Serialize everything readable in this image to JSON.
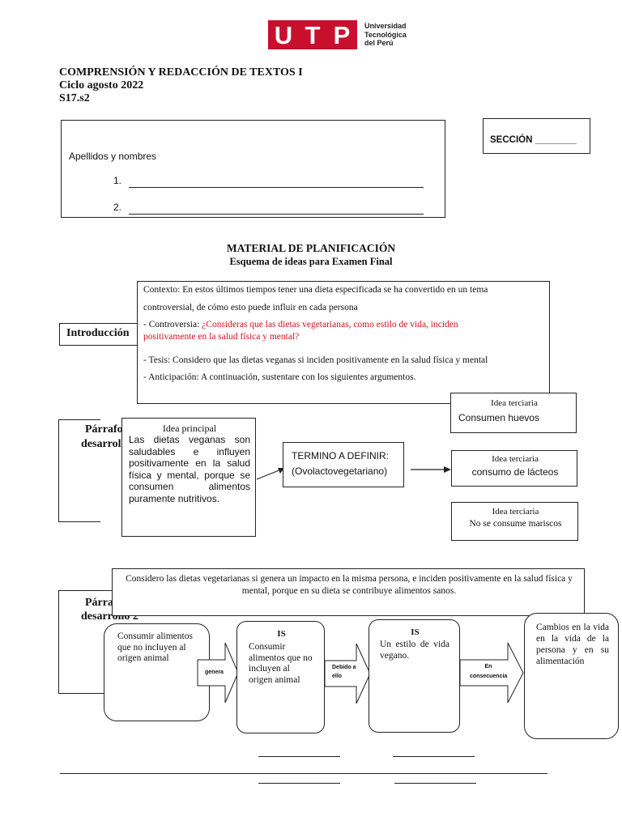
{
  "logo": {
    "letters": [
      "U",
      "T",
      "P"
    ],
    "name_lines": [
      "Universidad",
      "Tecnológica",
      "del Perú"
    ],
    "brand_color": "#c8102e"
  },
  "header": {
    "course": "COMPRENSIÓN Y REDACCIÓN DE TEXTOS I",
    "cycle": "Ciclo agosto 2022",
    "session": "S17.s2"
  },
  "student_box": {
    "label": "Apellidos y nombres",
    "item1": "1.",
    "item2": "2."
  },
  "section_box": {
    "label": "SECCIÓN ________"
  },
  "title": {
    "main": "MATERIAL DE PLANIFICACIÓN",
    "sub": "Esquema de ideas para Examen Final"
  },
  "introduction": {
    "label": "Introducción",
    "context_1": "Contexto: En estos últimos tiempos tener una dieta especificada se ha convertido en un tema",
    "context_2": "controversial, de cómo esto puede influir en cada persona",
    "controversy_prefix": "- Controversia: ",
    "controversy_q1": "¿Consideras que las dietas vegetarianas, como estilo de vida, inciden",
    "controversy_q2": "positivamente en la salud física y mental?",
    "thesis": "- Tesis: Considero que las dietas veganas si inciden positivamente en la salud física y mental",
    "anticipation": "- Anticipación: A continuación, sustentare con los siguientes argumentos."
  },
  "paragraph1": {
    "label_1": "Párrafo",
    "label_2": "desarrollo",
    "main_idea_title": "Idea principal",
    "main_idea_text": "Las dietas veganas son saludables e influyen positivamente en la salud física y mental, porque se consumen alimentos puramente nutritivos.",
    "term_title": "TERMINO A DEFINIR:",
    "term_value": "(Ovolactovegetariano)",
    "tertiary": [
      {
        "title": "Idea terciaria",
        "text": "Consumen huevos"
      },
      {
        "title": "Idea terciaria",
        "text": "consumo de lácteos"
      },
      {
        "title": "Idea terciaria",
        "text": "No se consume mariscos"
      }
    ]
  },
  "paragraph2": {
    "label_1": "Párrafo",
    "label_2": "desarrollo 2",
    "statement": "Considero las dietas vegetarianas si genera un impacto en la misma persona, e inciden positivamente en la salud física y mental, porque en su dieta se contribuye alimentos sanos.",
    "flow": {
      "box1": "Consumir alimentos que no incluyen al origen animal",
      "arrow1": "genera",
      "box2_is": "IS",
      "box2": "Consumir alimentos que no incluyen al origen animal",
      "arrow2": "Debido a ello",
      "box3_is": "IS",
      "box3": "Un estilo de vida vegano.",
      "arrow3": "En consecuencia",
      "box4": "Cambios en la vida en la vida de la persona y en su alimentación"
    }
  }
}
